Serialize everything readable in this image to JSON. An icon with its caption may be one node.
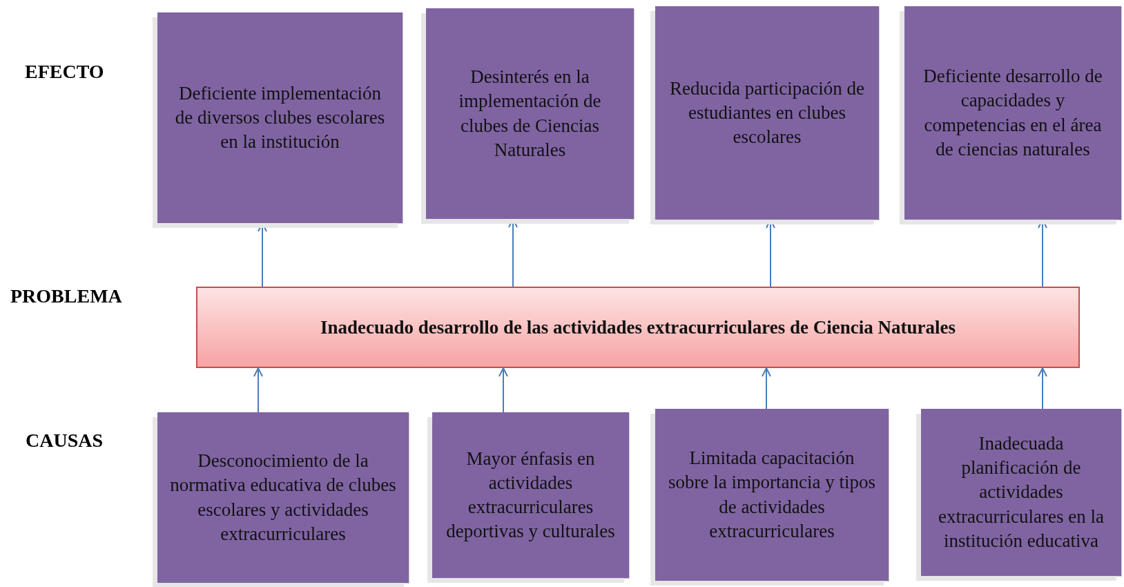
{
  "diagram": {
    "nodes": [
      {
        "text": [
          "Deficiente implementación de diversos clubes escolares en la institución"
        ]
      },
      {
        "text": [
          "Desinterés en la implementación de clubes de Ciencias Naturales"
        ]
      },
      {
        "text": [
          "Reducida participación de estudiantes en clubes escolares"
        ]
      },
      {
        "text": [
          "Deficiente desarrollo de capacidades y competencias en el área de ciencias naturales"
        ]
      },
      {
        "text": [
          "Inadecuado desarrollo de las actividades extracurriculares de Ciencia Naturales"
        ]
      },
      {
        "text": [
          "Desconocimiento de la normativa educativa de clubes escolares y actividades extracurriculares"
        ]
      },
      {
        "text": [
          "Mayor énfasis en actividades extracurriculares deportivas y culturales"
        ]
      },
      {
        "text": [
          "Limitada capacitación sobre la importancia y tipos de actividades extracurriculares"
        ]
      },
      {
        "text": [
          "Inadecuada planificación de actividades extracurriculares en la institución educativa"
        ]
      }
    ],
    "edges": [
      {
        "from": 4,
        "to": 0,
        "arrow": "to"
      },
      {
        "from": 4,
        "to": 1,
        "arrow": "to"
      },
      {
        "from": 4,
        "to": 2,
        "arrow": "to"
      },
      {
        "from": 4,
        "to": 3,
        "arrow": "to"
      },
      {
        "from": 5,
        "to": 4,
        "arrow": "to"
      },
      {
        "from": 6,
        "to": 4,
        "arrow": "to"
      },
      {
        "from": 7,
        "to": 4,
        "arrow": "to"
      },
      {
        "from": 8,
        "to": 4,
        "arrow": "to"
      }
    ],
    "labels": [
      "EFECTO",
      "PROBLEMA",
      "CAUSAS"
    ]
  }
}
